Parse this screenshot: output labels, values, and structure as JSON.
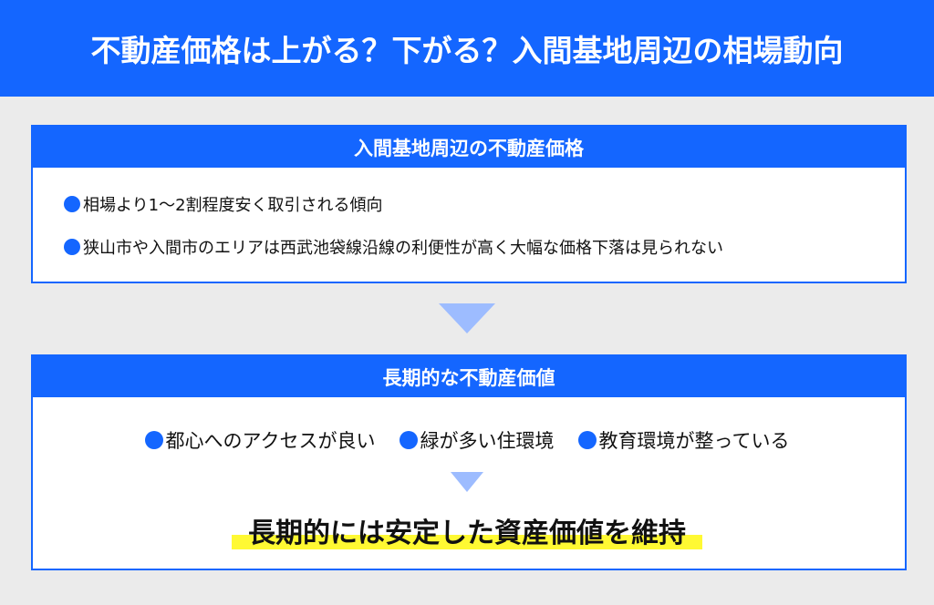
{
  "title": "不動産価格は上がる？下がる？入間基地周辺の相場動向",
  "box1": {
    "heading": "入間基地周辺の不動産価格",
    "items": [
      "相場より1〜2割程度安く取引される傾向",
      "狭山市や入間市のエリアは西武池袋線沿線の利便性が高く大幅な価格下落は見られない"
    ]
  },
  "box2": {
    "heading": "長期的な不動産価値",
    "items": [
      "都心へのアクセスが良い",
      "緑が多い住環境",
      "教育環境が整っている"
    ],
    "conclusion": "長期的には安定した資産価値を維持"
  },
  "colors": {
    "primary": "#1466ff",
    "arrow": "#9dbcff",
    "highlight": "#fff933"
  }
}
